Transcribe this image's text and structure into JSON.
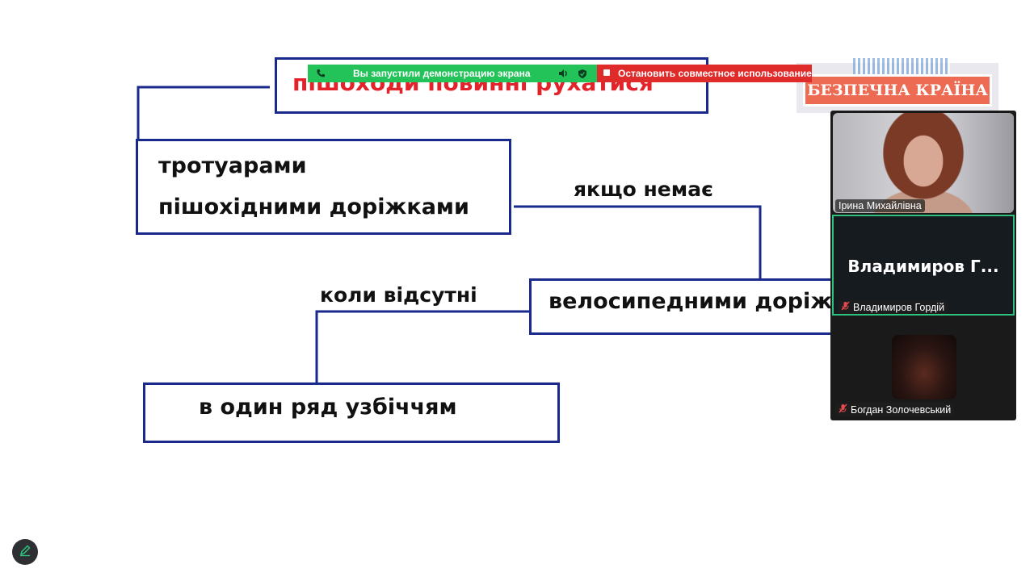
{
  "slide": {
    "title": "пішоходи повинні рухатися",
    "box1_line1": "тротуарами",
    "box1_line2": "пішохідними доріжками",
    "label_if_none": "якщо немає",
    "box2": "велосипедними доріжками",
    "label_when_absent": "коли відсутні",
    "box3": "в один ряд узбіччям",
    "logo_text": "БЕЗПЕЧНА КРАЇНА",
    "colors": {
      "border": "#1a2a8c",
      "title": "#e4222a"
    }
  },
  "share_bar": {
    "message": "Вы запустили демонстрацию экрана",
    "stop_label": "Остановить совместное использование",
    "icons": [
      "phone-icon",
      "volume-icon",
      "shield-icon",
      "stop-icon"
    ]
  },
  "participants": [
    {
      "name": "Ірина Михайлівна",
      "muted": false
    },
    {
      "name": "Владимиров Гордій",
      "display_name": "Владимиров  Г...",
      "muted": true
    },
    {
      "name": "Богдан Золочевський",
      "muted": true
    }
  ],
  "pen_button": {
    "icon": "pen-icon"
  }
}
